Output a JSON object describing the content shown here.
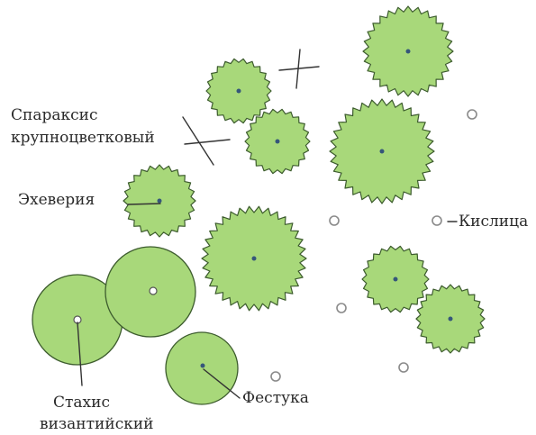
{
  "colors": {
    "plant_fill": "#a8d87a",
    "plant_stroke": "#3d5c2e",
    "center": "#35567a",
    "ink": "#333333",
    "pebble": "#c0c0c0"
  },
  "labels": {
    "sparaxis_line1": "Спараксис",
    "sparaxis_line2": "крупноцветковый",
    "echeveria": "Эхеверия",
    "oxalis": "Кислица",
    "stachys_line1": "Стахис",
    "stachys_line2": "византийский",
    "festuca": "Фестука"
  }
}
